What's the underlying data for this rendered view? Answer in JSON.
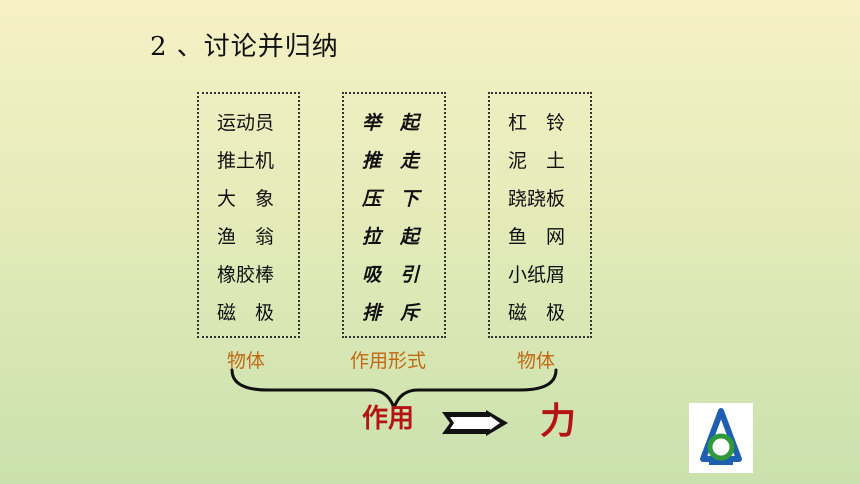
{
  "title": "2 、讨论并归纳",
  "columns": {
    "objects_a": {
      "items": [
        "运动员",
        "推土机",
        "大　象",
        "渔　翁",
        "橡胶棒",
        "磁　极"
      ],
      "category": "物体"
    },
    "actions": {
      "items": [
        "举　起",
        "推　走",
        "压　下",
        "拉　起",
        "吸　引",
        "排　斥"
      ],
      "category": "作用形式"
    },
    "objects_b": {
      "items": [
        "杠　铃",
        "泥　土",
        "跷跷板",
        "鱼　网",
        "小纸屑",
        "磁　极"
      ],
      "category": "物体"
    }
  },
  "conclusion": {
    "left": "作用",
    "right": "力"
  },
  "colors": {
    "category": "#c06a14",
    "conclusion": "#b41414",
    "logo_blue": "#1f5fb0",
    "logo_green": "#2f9a3a"
  },
  "icons": {
    "arrow": "double-arrow-right-icon",
    "logo": "publisher-logo-icon"
  }
}
